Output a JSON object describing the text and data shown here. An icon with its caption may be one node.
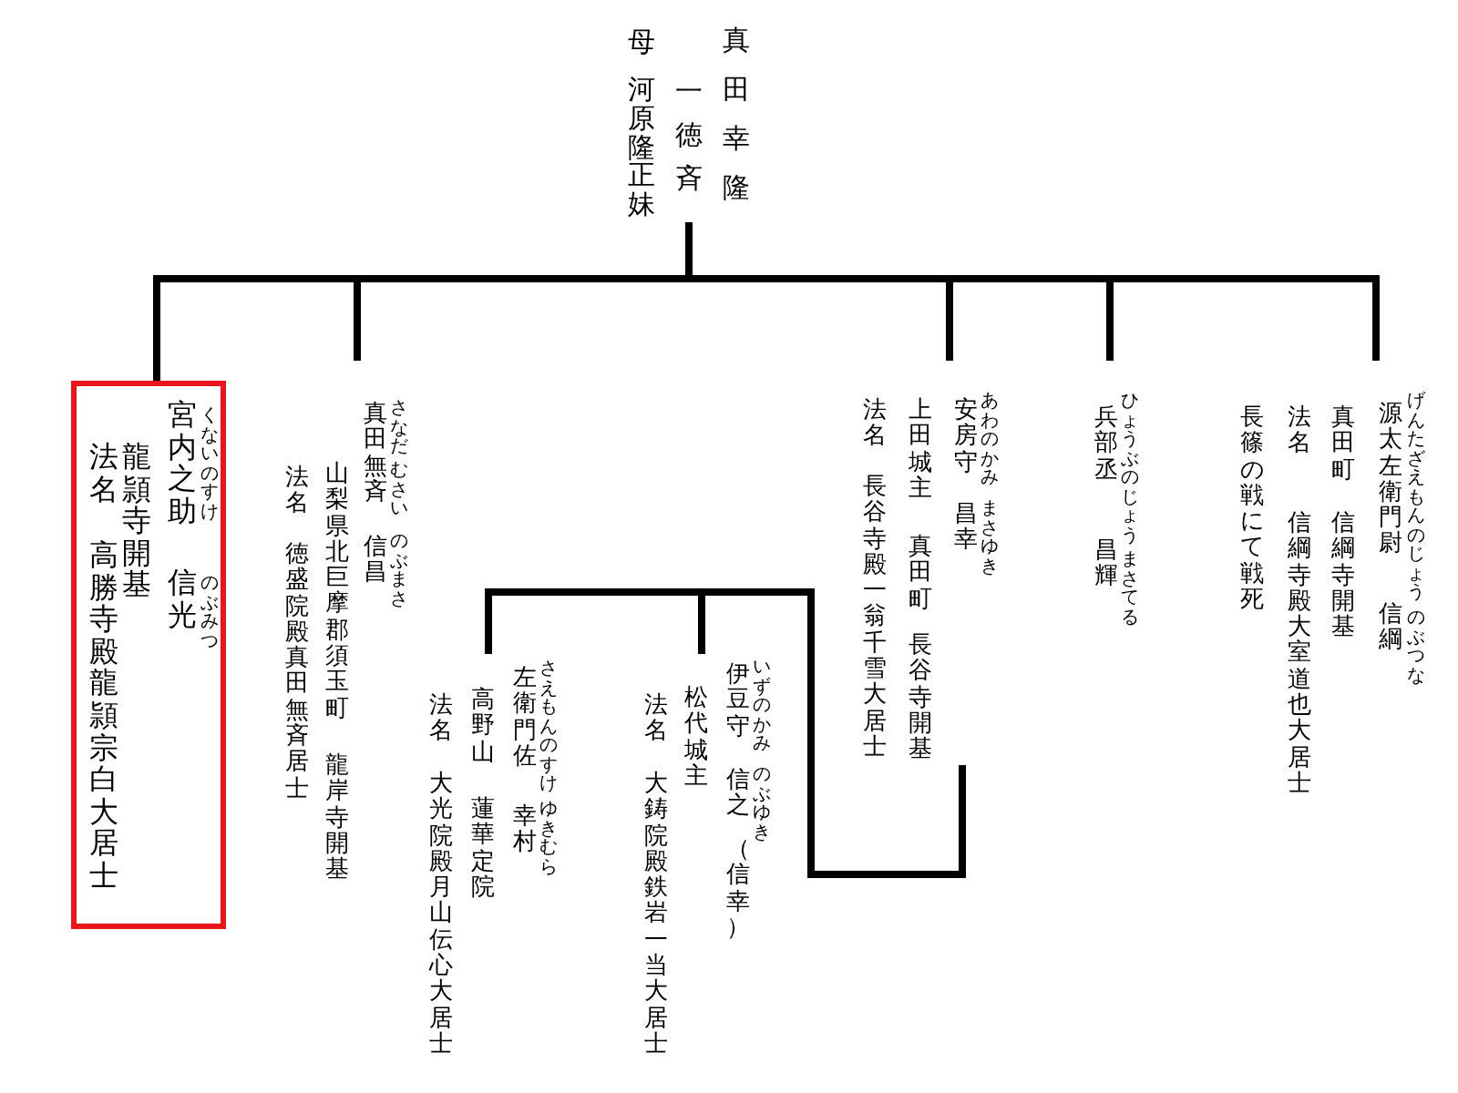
{
  "diagram": {
    "nodes": [
      {
        "text": [
          "真田幸隆",
          "一徳斉",
          "母",
          "河原隆正妹"
        ]
      },
      {
        "text": [
          "源太左衛門尉",
          "げんたざえもんのじょう",
          "信綱",
          "のぶつな",
          "真田町",
          "信綱寺開基",
          "法名",
          "信綱寺殿大室道也大居士",
          "長篠の戦にて戦死"
        ]
      },
      {
        "text": [
          "兵部丞",
          "ひょうぶのじょう",
          "昌輝",
          "まさてる"
        ]
      },
      {
        "text": [
          "安房守",
          "あわのかみ",
          "昌幸",
          "まさゆき",
          "上田城主",
          "真田町",
          "長谷寺開基",
          "法名",
          "長谷寺殿一翁千雪大居士"
        ]
      },
      {
        "text": [
          "真田無斉",
          "さなだ",
          "むさい",
          "信昌",
          "のぶまさ",
          "山梨県北巨摩郡須玉町",
          "龍岸寺開基",
          "法名",
          "徳盛院殿真田無斉居士"
        ]
      },
      {
        "text": [
          "宮内之助",
          "くないのすけ",
          "信光",
          "のぶみつ",
          "龍頴寺開基",
          "法名",
          "高勝寺殿龍頴宗白大居士"
        ]
      },
      {
        "text": [
          "伊豆守",
          "いずのかみ",
          "信之",
          "のぶゆき",
          "（信幸）",
          "松代城主",
          "法名",
          "大鋳院殿鉄岩一当大居士"
        ]
      },
      {
        "text": [
          "左衛門佐",
          "さえもんのすけ",
          "幸村",
          "ゆきむら",
          "高野山",
          "蓮華定院",
          "法名",
          "大光院殿月山伝心大居士"
        ]
      }
    ],
    "edges": [
      {
        "from": 0,
        "to": 1,
        "arrow": "none"
      },
      {
        "from": 0,
        "to": 2,
        "arrow": "none"
      },
      {
        "from": 0,
        "to": 3,
        "arrow": "none"
      },
      {
        "from": 0,
        "to": 4,
        "arrow": "none"
      },
      {
        "from": 0,
        "to": 5,
        "arrow": "none"
      },
      {
        "from": 3,
        "to": 6,
        "arrow": "none"
      },
      {
        "from": 3,
        "to": 7,
        "arrow": "none"
      }
    ]
  }
}
